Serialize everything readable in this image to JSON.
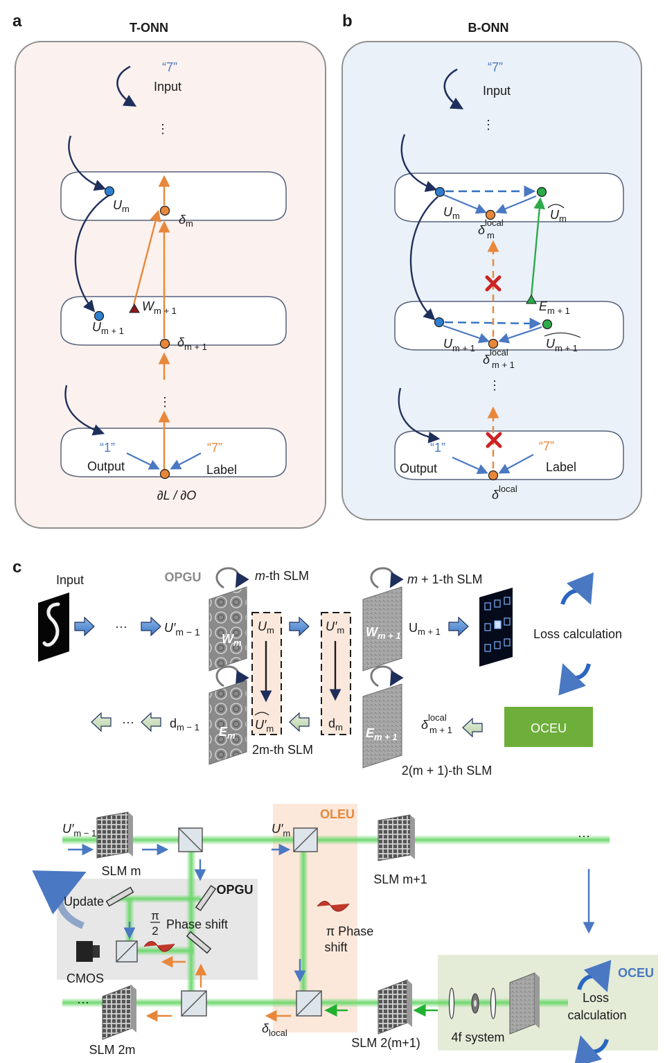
{
  "panel_a": {
    "letter": "a",
    "title": "T-ONN",
    "input_quote": "“7”",
    "input_label": "Input",
    "dots": "⋮",
    "um": "U",
    "um_sub": "m",
    "delta_m": "δ",
    "delta_m_sub": "m",
    "um1": "U",
    "um1_sub": "m + 1",
    "w_m1": "W",
    "w_m1_sub": "m + 1",
    "delta_m1": "δ",
    "delta_m1_sub": "m + 1",
    "output_quote": "“1”",
    "output_label": "Output",
    "label_quote": "“7”",
    "label_label": "Label",
    "loss_grad": "∂L / ∂O"
  },
  "panel_b": {
    "letter": "b",
    "title": "B-ONN",
    "input_quote": "“7”",
    "input_label": "Input",
    "dots": "⋮",
    "um": "U",
    "um_sub": "m",
    "delta_local": "δ",
    "delta_sub_m": "m",
    "sup_local": "local",
    "uhat_m": "U",
    "uhat_m_sub": "m",
    "e_m1": "E",
    "e_m1_sub": "m + 1",
    "um1": "U",
    "um1_sub": "m + 1",
    "delta_sub_m1": "m + 1",
    "uhat_m1": "U",
    "uhat_m1_sub": "m + 1",
    "output_quote": "“1”",
    "output_label": "Output",
    "label_quote": "“7”",
    "label_label": "Label",
    "delta_out": "δ",
    "delta_out_sup": "local"
  },
  "panel_c": {
    "letter": "c",
    "input_label": "Input",
    "ellipsis": "···",
    "u_prime_m1": "U′",
    "sub_m_1": "m − 1",
    "opgu": "OPGU",
    "mth_slm_m": "m",
    "mth_slm_rest": "-th SLM",
    "w_m": "W",
    "w_m_sub": "m",
    "u_m": "U",
    "u_m_sub": "m",
    "u_prime_m": "U′",
    "u_prime_m_sub": "m",
    "m1_slm": "m",
    "m1_slm_rest": " + 1-th SLM",
    "w_m1": "W",
    "w_m1_sub": "m + 1",
    "u_m1": "U",
    "u_m1_sub": "m + 1",
    "loss_calc": "Loss calculation",
    "d_m_1": "d",
    "d_m_1_sub": "m − 1",
    "e_m": "E",
    "e_m_sub": "m",
    "uhat_prime_m": "U′",
    "uhat_prime_m_sub": "m",
    "d_m": "d",
    "d_m_sub": "m",
    "e_m1": "E",
    "e_m1_sub": "m + 1",
    "delta_local_m1": "δ",
    "delta_local_m1_sup": "local",
    "delta_local_m1_sub": "m + 1",
    "oceu": "OCEU",
    "slm_2m": "2m-th SLM",
    "slm_2m1": "2(m + 1)-th SLM"
  },
  "setup": {
    "u_prime_m1": "U′",
    "u_prime_m1_sub": "m − 1",
    "slm_m": "SLM m",
    "u_prime_m": "U′",
    "u_prime_m_sub": "m",
    "oleu": "OLEU",
    "slm_m1": "SLM m+1",
    "ellipsis": "···",
    "update": "Update",
    "opgu": "OPGU",
    "pi_num": "π",
    "pi_den": "2",
    "phase_shift": "Phase shift",
    "pi_phase_1": "π Phase",
    "pi_phase_2": "shift",
    "cmos": "CMOS",
    "ellipsis_left": "···",
    "oceu": "OCEU",
    "loss_1": "Loss",
    "loss_2": "calculation",
    "delta_local": "δ",
    "delta_local_sub": "local",
    "slm_2m": "SLM 2m",
    "slm_2m1": "SLM 2(m+1)",
    "fourf": "4f system"
  },
  "colors": {
    "navy": "#1f2f5c",
    "blue": "#4a78c2",
    "orange": "#e8873a",
    "green": "#2daa4a",
    "red": "#cc2222",
    "beam": "#6fd86f",
    "oceu_box": "#6daf3a",
    "panel_a_bg": "#fbf1ee",
    "panel_b_bg": "#eaf1f8"
  }
}
